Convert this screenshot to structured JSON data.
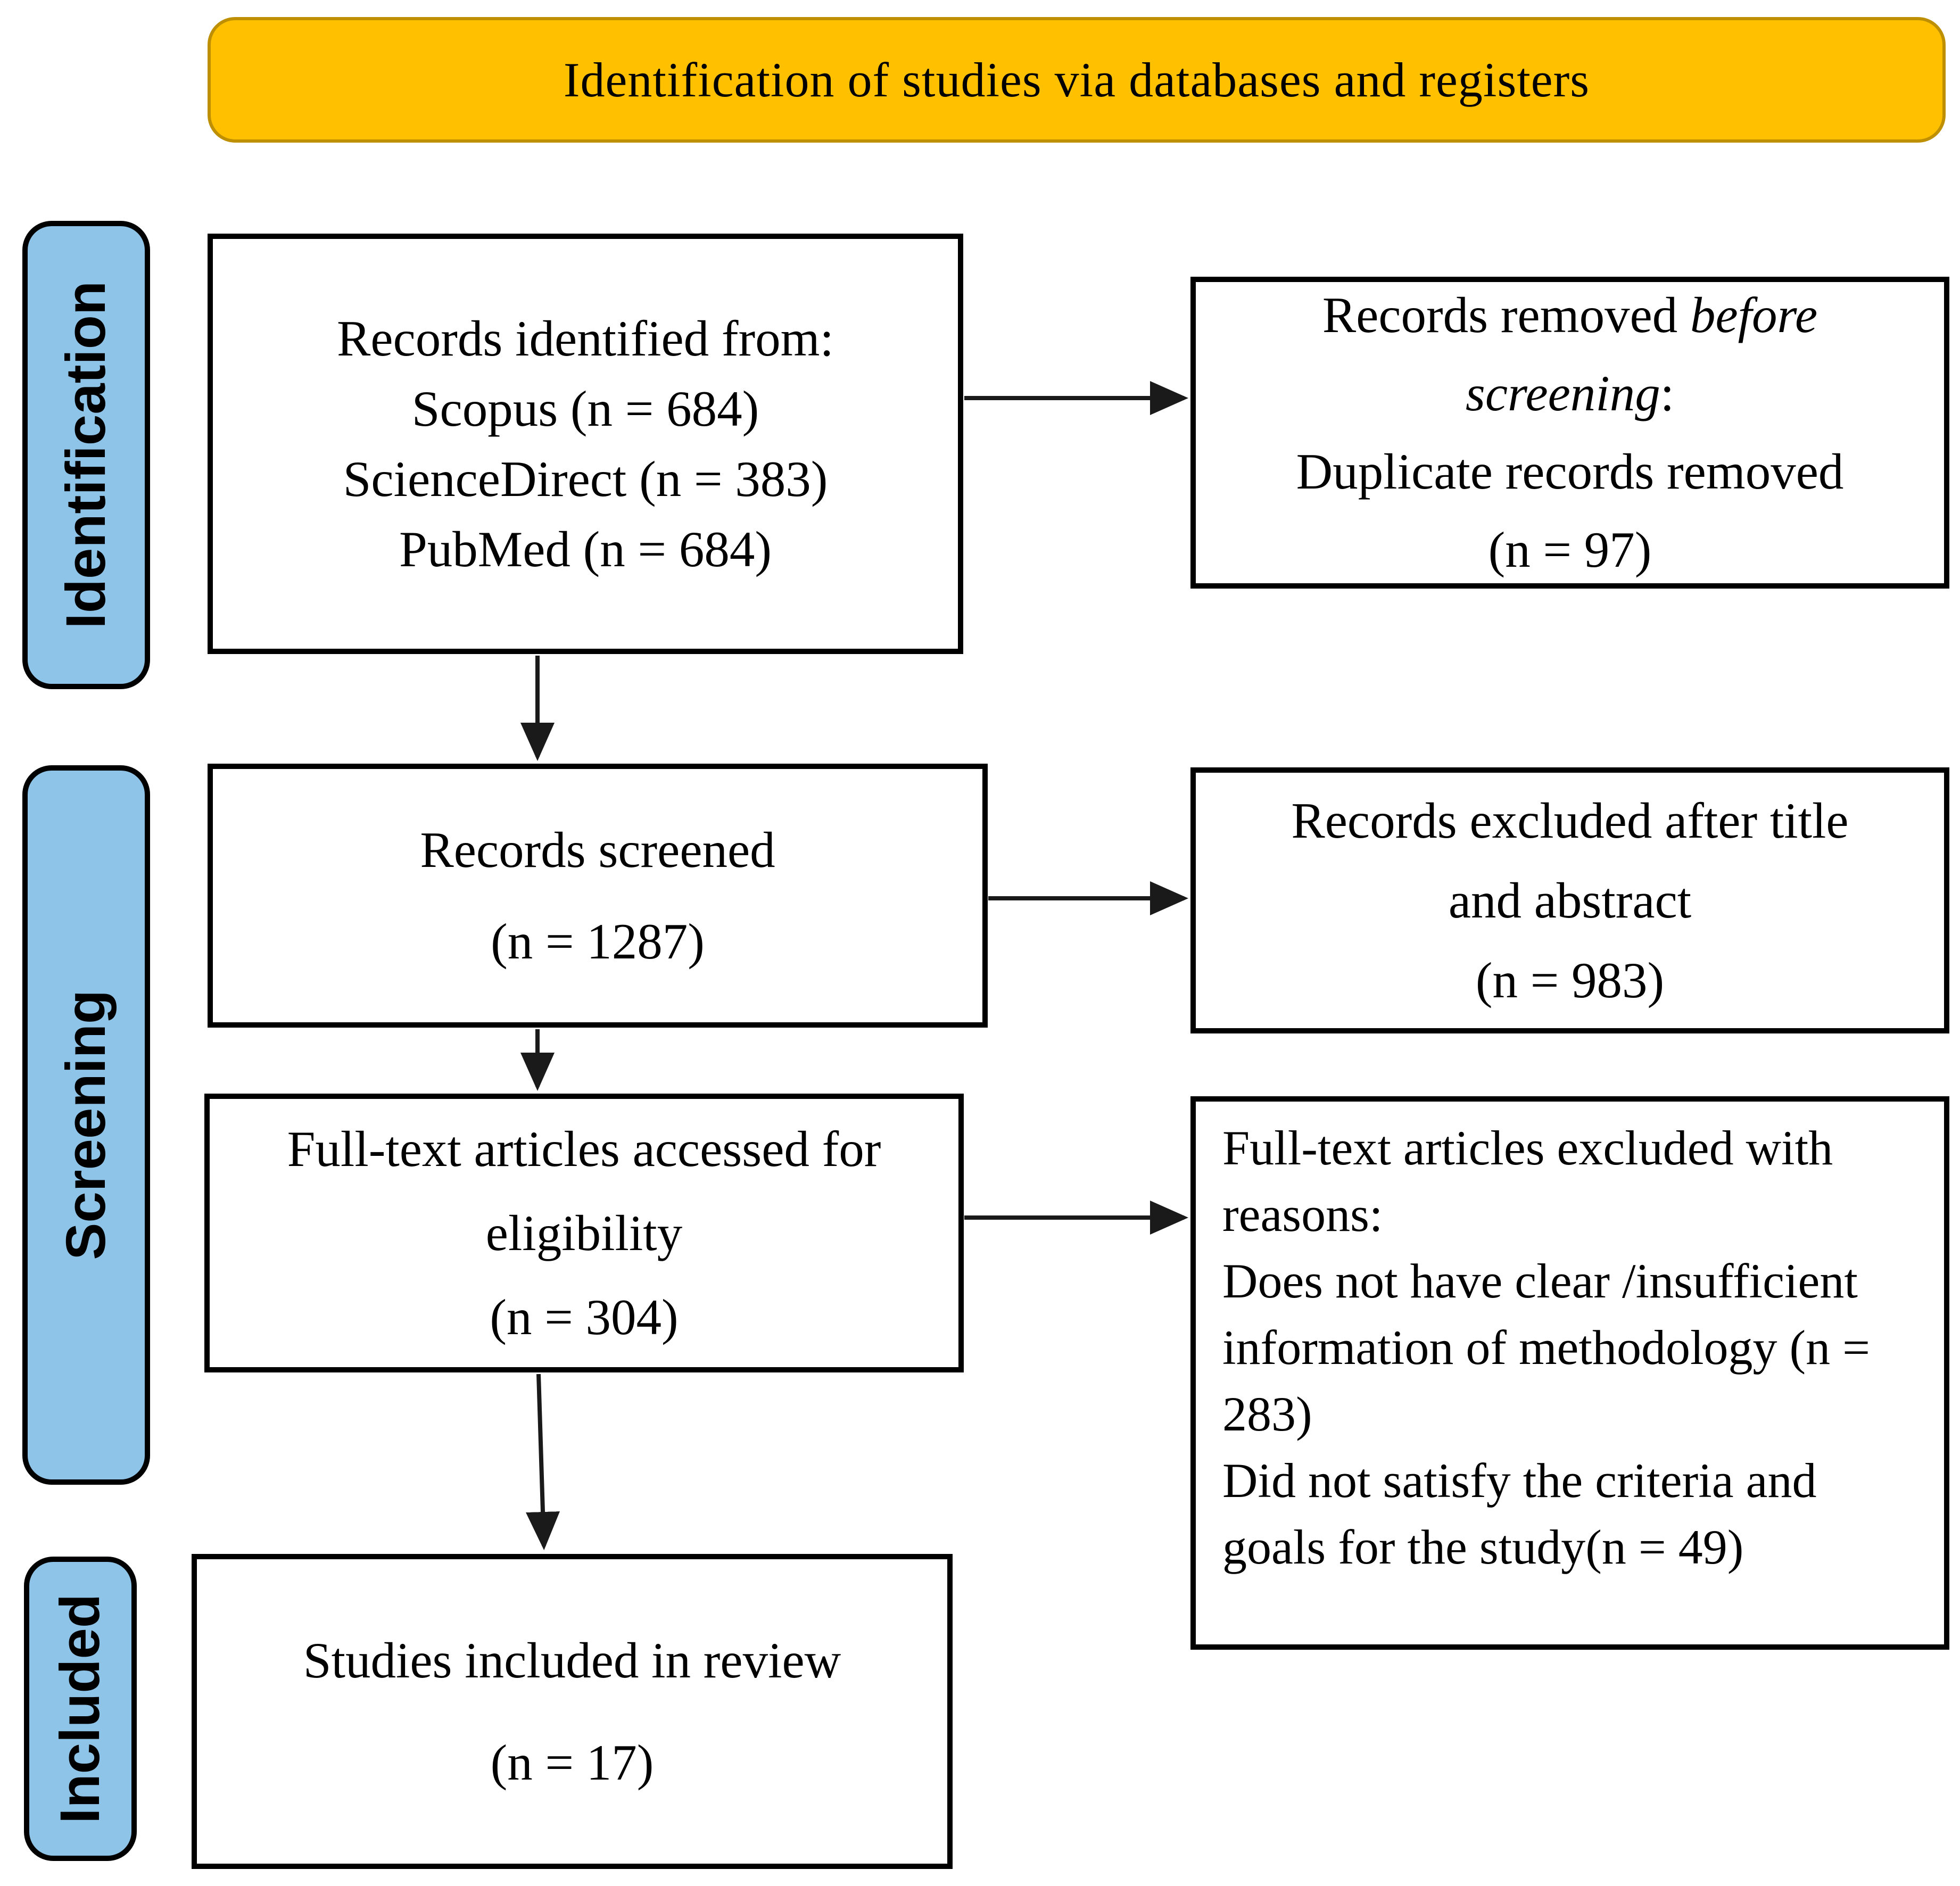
{
  "title": {
    "label": "Identification of studies via databases and registers"
  },
  "sidebar": {
    "items": [
      {
        "id": "identification",
        "label": "Identification"
      },
      {
        "id": "screening",
        "label": "Screening"
      },
      {
        "id": "included",
        "label": "Included"
      }
    ]
  },
  "colors": {
    "title_fill": "#FFC000",
    "title_border": "#BE8F00",
    "stage_fill": "#8FC4E9",
    "box_border": "#000000",
    "arrow": "#1a1a1a"
  },
  "boxes": {
    "records_identified": {
      "lines": [
        "Records identified from:",
        "Scopus (n = 684)",
        "ScienceDirect (n = 383)",
        "PubMed (n = 684)"
      ]
    },
    "records_removed": {
      "rich_lines": [
        [
          {
            "t": "Records removed "
          },
          {
            "t": "before",
            "i": true
          }
        ],
        [
          {
            "t": "screening",
            "i": true
          },
          {
            "t": ":"
          }
        ],
        [
          {
            "t": "Duplicate records removed"
          }
        ],
        [
          {
            "t": "(n = 97)"
          }
        ]
      ]
    },
    "records_screened": {
      "lines": [
        "Records screened",
        "(n = 1287)"
      ]
    },
    "records_excluded_title_abstract": {
      "lines": [
        "Records excluded after title",
        "and abstract",
        "(n = 983)"
      ]
    },
    "fulltext_assessed": {
      "lines": [
        "Full-text articles accessed for",
        "eligibility",
        "(n = 304)"
      ]
    },
    "fulltext_excluded": {
      "lines": [
        "Full-text articles excluded with",
        "reasons:",
        "Does not have clear /insufficient",
        "information of methodology (n =",
        "283)",
        "Did not satisfy the criteria and",
        "goals for the study(n = 49)"
      ]
    },
    "studies_included": {
      "lines": [
        "Studies included in review",
        "(n = 17)"
      ]
    }
  }
}
